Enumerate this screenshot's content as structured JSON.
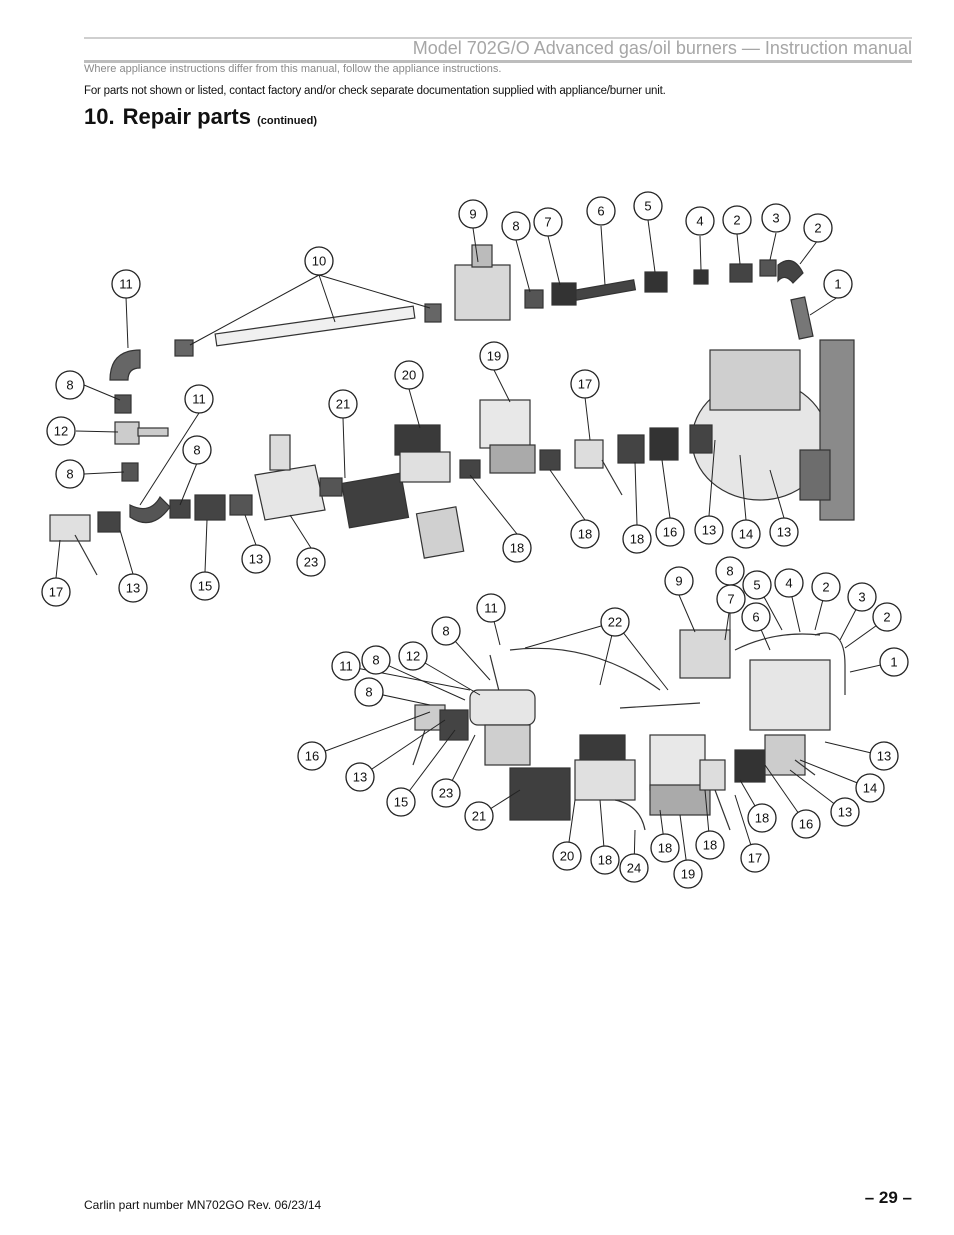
{
  "header": {
    "manual_title": "Model 702G/O Advanced gas/oil burners — Instruction manual",
    "appliance_note": "Where appliance instructions differ from this manual, follow the appliance instructions.",
    "parts_note": "For parts not shown or listed, contact factory and/or check separate documentation supplied with appliance/burner unit."
  },
  "section": {
    "number": "10.",
    "title": "Repair parts",
    "continued": "(continued)"
  },
  "callouts_exploded": [
    "9",
    "8",
    "7",
    "6",
    "5",
    "4",
    "2",
    "3",
    "2",
    "1",
    "10",
    "11",
    "8",
    "12",
    "8",
    "11",
    "8",
    "21",
    "20",
    "19",
    "17",
    "17",
    "13",
    "15",
    "13",
    "23",
    "18",
    "18",
    "18",
    "16",
    "13",
    "14",
    "13"
  ],
  "callouts_assembled": [
    "9",
    "8",
    "5",
    "4",
    "2",
    "3",
    "2",
    "1",
    "7",
    "6",
    "22",
    "11",
    "8",
    "12",
    "11",
    "8",
    "8",
    "16",
    "13",
    "15",
    "23",
    "21",
    "20",
    "18",
    "24",
    "18",
    "19",
    "18",
    "17",
    "18",
    "16",
    "13",
    "14",
    "13"
  ],
  "footer": {
    "part_number": "Carlin part number MN702GO Rev. 06/23/14",
    "page": "– 29 –"
  }
}
